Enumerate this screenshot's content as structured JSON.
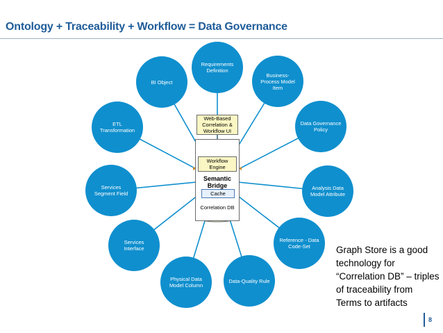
{
  "slide": {
    "title": "Ontology + Traceability + Workflow =  Data Governance",
    "page_number": "8"
  },
  "hub": {
    "title": "Semantic Bridge",
    "web_ui": "Web-Based Correlation & Workflow UI",
    "workflow_engine": "Workflow Engine",
    "cache": "Cache",
    "correlation_db": "Correlation DB"
  },
  "nodes": [
    {
      "label": "Requirements Definition"
    },
    {
      "label": "Business-Process Model Item"
    },
    {
      "label": "Data Governance Policy"
    },
    {
      "label": "Analysis Data Model Attribute"
    },
    {
      "label": "Reference - Data Code-Set"
    },
    {
      "label": "Data-Quality Rule"
    },
    {
      "label": "Physical Data Model Column"
    },
    {
      "label": "Services Interface"
    },
    {
      "label": "Services Segment Field"
    },
    {
      "label": "ETL Transformation"
    },
    {
      "label": "BI Object"
    }
  ],
  "note": "Graph Store is a good technology for “Correlation DB” – triples of traceability from Terms to artifacts",
  "colors": {
    "node_fill": "#0f8fce",
    "title": "#1f5c99",
    "box_fill": "#fbf7c4"
  }
}
